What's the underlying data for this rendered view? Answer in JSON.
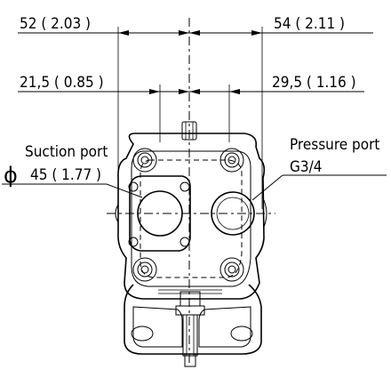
{
  "dimensions": {
    "top_left": "52 ( 2.03 )",
    "top_right": "54 ( 2.11 )",
    "mid_left": "21,5 ( 0.85 )",
    "mid_right": "29,5 ( 1.16 )"
  },
  "callouts": {
    "suction_title": "Suction port",
    "suction_symbol": "ϕ",
    "suction_value": "45 ( 1.77 )",
    "pressure_title": "Pressure port",
    "pressure_value": "G3/4"
  }
}
